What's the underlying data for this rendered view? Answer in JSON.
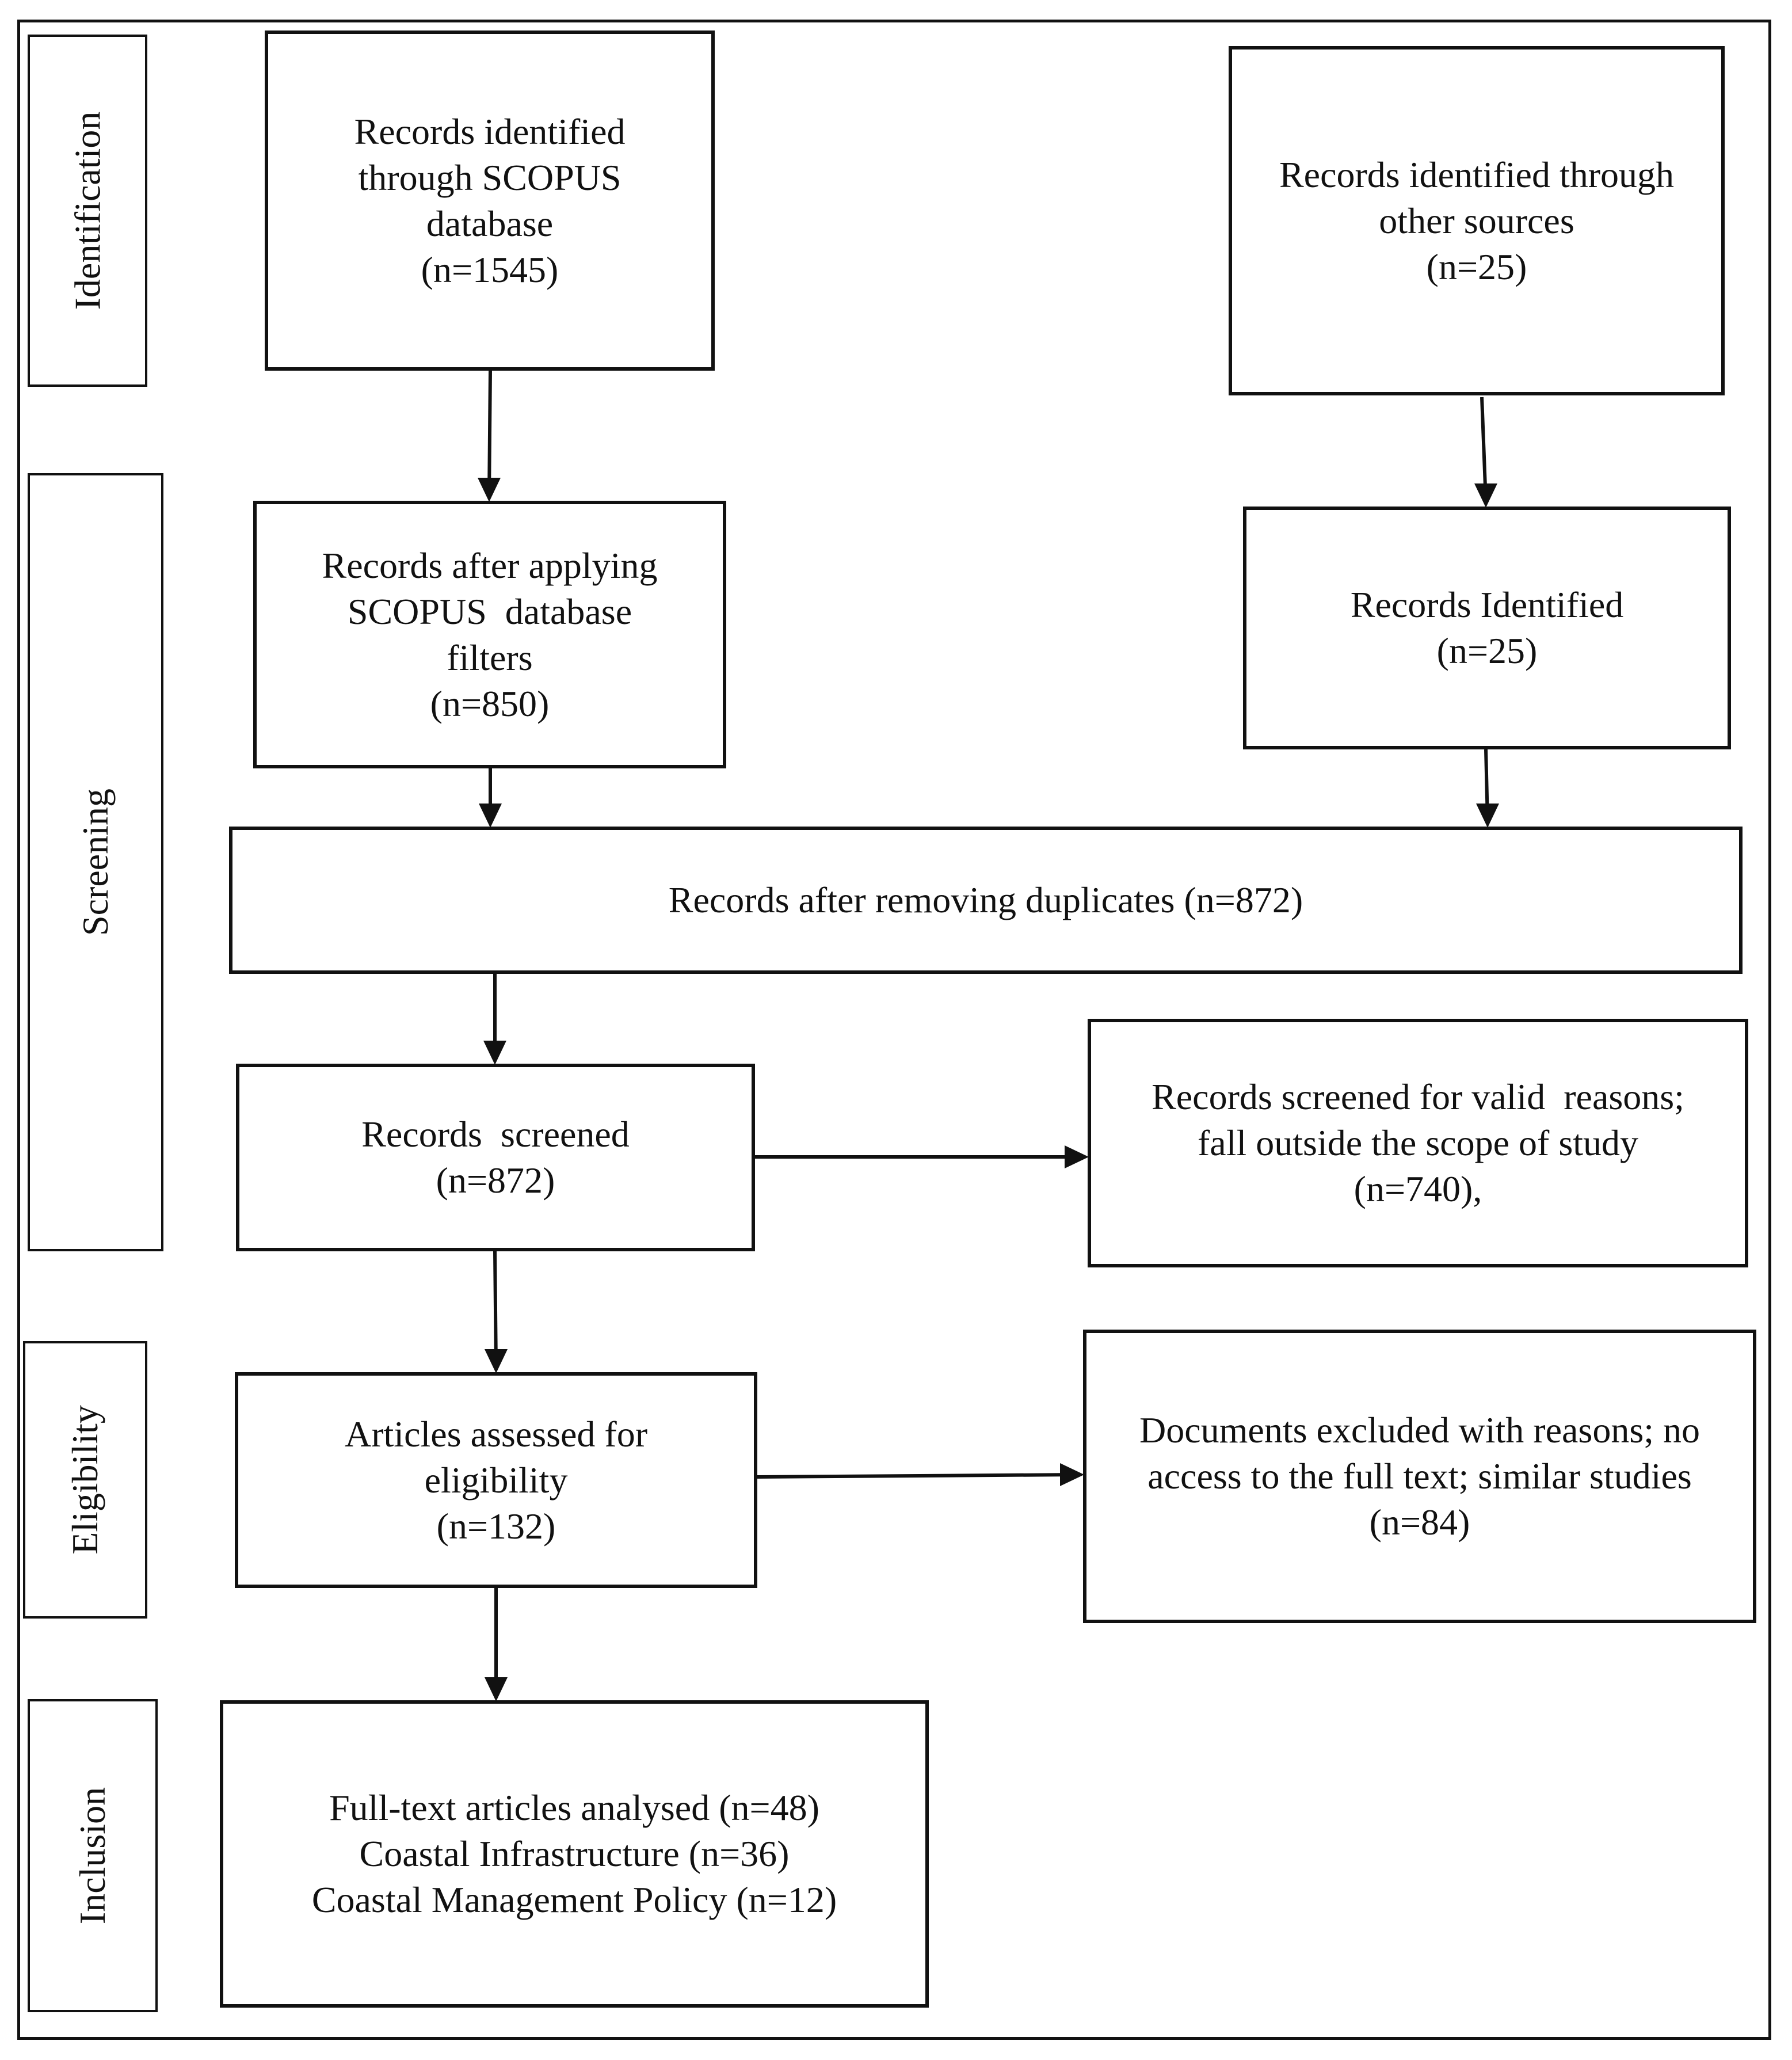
{
  "stages": {
    "identification": "Identification",
    "screening": "Screening",
    "eligibility": "Eligibility",
    "inclusion": "Inclusion"
  },
  "boxes": {
    "scopus_identified": [
      "Records identified",
      "through SCOPUS",
      "database",
      "(n=1545)"
    ],
    "other_sources": [
      "Records identified through",
      "other sources",
      "(n=25)"
    ],
    "scopus_filtered": [
      "Records after applying",
      "SCOPUS  database",
      "filters",
      "(n=850)"
    ],
    "records_identified": [
      "Records Identified",
      "(n=25)"
    ],
    "duplicates_removed": [
      "Records after removing duplicates (n=872)"
    ],
    "records_screened": [
      "Records  screened",
      "(n=872)"
    ],
    "screened_excluded": [
      "Records screened for valid  reasons;",
      "fall outside the scope of study",
      "(n=740),"
    ],
    "assessed_eligibility": [
      "Articles assessed for",
      "eligibility",
      "(n=132)"
    ],
    "documents_excluded": [
      "Documents excluded with reasons; no",
      "access to the full text; similar studies",
      "(n=84)"
    ],
    "included": [
      "Full-text articles analysed (n=48)",
      "Coastal Infrastructure (n=36)",
      "Coastal Management Policy (n=12)"
    ]
  }
}
